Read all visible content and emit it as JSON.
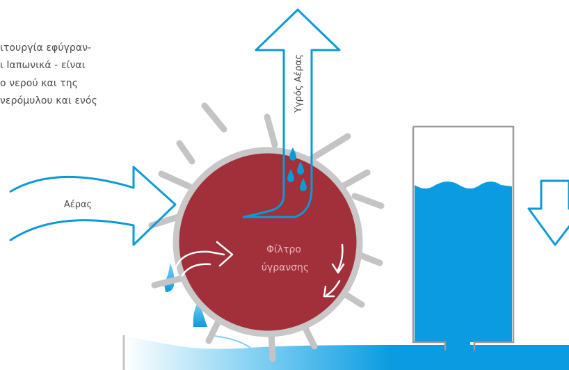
{
  "intro_text": {
    "lines": [
      "ιτουργία εφύγραν-",
      "ι Ιαπωνικά - είναι",
      "ο νερού και της",
      "νερόμυλου και ενός"
    ]
  },
  "labels": {
    "outlet_air": "Υγρός Αέρας",
    "inlet_air": "Αέρας",
    "filter_line1": "Φίλτρο",
    "filter_line2": "ύγρανσης"
  },
  "colors": {
    "arrow_blue": "#0a9ad8",
    "water_blue": "#0b9be0",
    "filter_red": "#a1303a",
    "rim_gray": "#c4c4c4",
    "tank_gray": "#9a9a9a",
    "text_gray": "#4a4a4a",
    "label_pink": "#e8b6ba"
  },
  "icons": [
    "wet-air-up-arrow",
    "air-inflow-arrow",
    "water-drop-icon",
    "down-arrow-icon",
    "rotation-arrow-icon"
  ]
}
